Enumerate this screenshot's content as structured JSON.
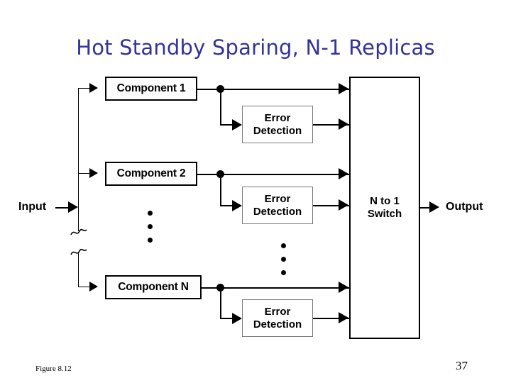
{
  "slide": {
    "title": "Hot Standby Sparing, N-1 Replicas",
    "figure_caption": "Figure 8.12",
    "page_number": "37",
    "title_color": "#333399",
    "line_color": "#000000",
    "background": "#ffffff"
  },
  "diagram": {
    "input_label": "Input",
    "output_label": "Output",
    "switch": {
      "line1": "N to 1",
      "line2": "Switch"
    },
    "components": [
      {
        "label": "Component 1"
      },
      {
        "label": "Component 2"
      },
      {
        "label": "Component N"
      }
    ],
    "detectors": [
      {
        "line1": "Error",
        "line2": "Detection"
      },
      {
        "line1": "Error",
        "line2": "Detection"
      },
      {
        "line1": "Error",
        "line2": "Detection"
      }
    ],
    "ellipses": [
      {
        "name": "component-ellipsis"
      },
      {
        "name": "detector-ellipsis"
      }
    ]
  }
}
